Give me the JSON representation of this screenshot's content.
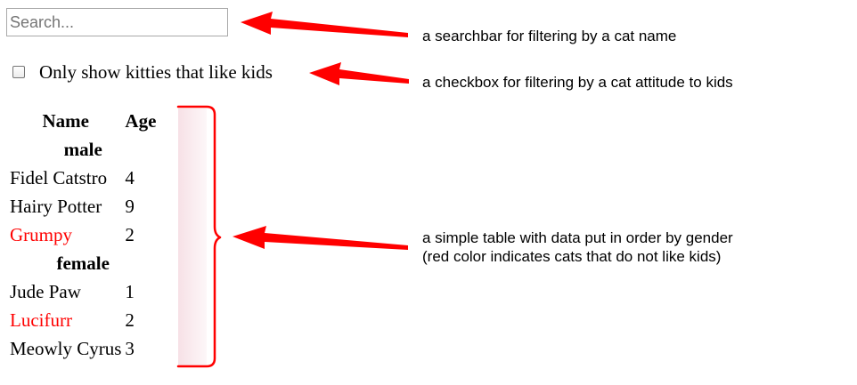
{
  "search": {
    "placeholder": "Search...",
    "value": ""
  },
  "filter": {
    "label": "Only show kitties that like kids",
    "checked": false
  },
  "table": {
    "headers": {
      "name": "Name",
      "age": "Age"
    },
    "groups": [
      {
        "label": "male",
        "rows": [
          {
            "name": "Fidel Catstro",
            "age": "4",
            "likes_kids": true
          },
          {
            "name": "Hairy Potter",
            "age": "9",
            "likes_kids": true
          },
          {
            "name": "Grumpy",
            "age": "2",
            "likes_kids": false
          }
        ]
      },
      {
        "label": "female",
        "rows": [
          {
            "name": "Jude Paw",
            "age": "1",
            "likes_kids": true
          },
          {
            "name": "Lucifurr",
            "age": "2",
            "likes_kids": false
          },
          {
            "name": "Meowly Cyrus",
            "age": "3",
            "likes_kids": true
          }
        ]
      }
    ]
  },
  "annotations": {
    "searchbar_note": "a searchbar for filtering by a cat name",
    "checkbox_note": "a checkbox for filtering by a cat attitude to kids",
    "table_note_line1": "a simple table with data put in order by gender",
    "table_note_line2": "(red color indicates cats that do not like kids)"
  },
  "colors": {
    "annotation_red": "#ff0000",
    "dislikes_kids_text": "#ff0000"
  },
  "icons": {
    "arrow": "left-pointing-arrow-icon",
    "brace": "right-curly-brace-icon"
  }
}
